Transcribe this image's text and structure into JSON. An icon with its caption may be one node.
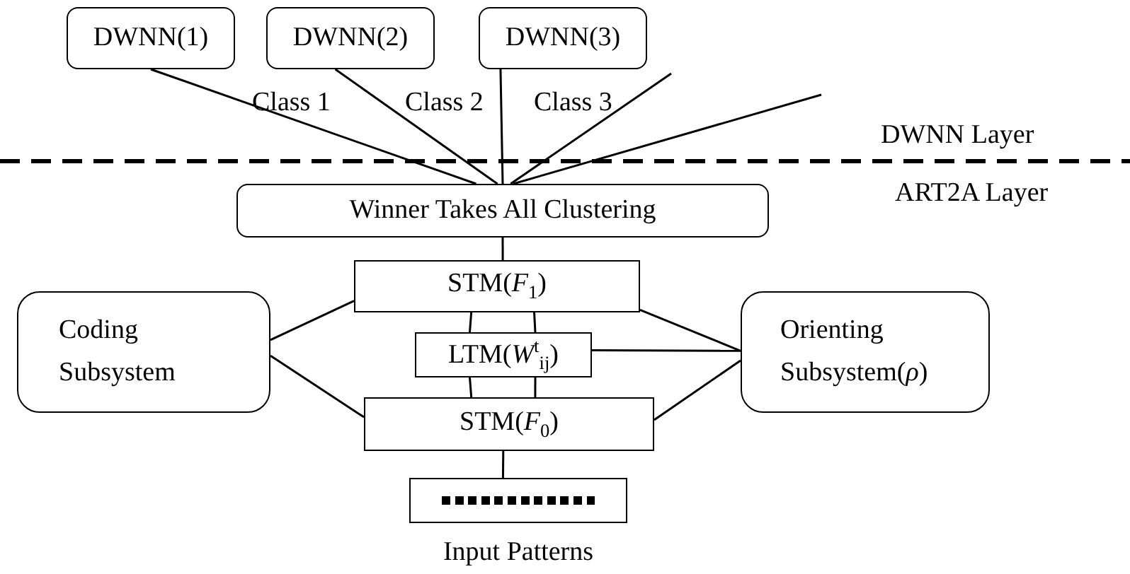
{
  "diagram": {
    "nodes": [
      {
        "text": [
          "DWNN(1)"
        ]
      },
      {
        "text": [
          "DWNN(2)"
        ]
      },
      {
        "text": [
          "DWNN(3)"
        ]
      },
      {
        "text": [
          "Winner Takes All Clustering"
        ]
      },
      {
        "text": [
          "STM(*F*$_{1}$)"
        ]
      },
      {
        "text": [
          "Coding Subsystem"
        ]
      },
      {
        "text": [
          "LTM(*W*$^{t}$$_{ij}$)"
        ]
      },
      {
        "text": [
          "Orienting Subsystem(*ρ*)"
        ]
      },
      {
        "text": [
          "STM(*F*$_{0}$)"
        ]
      },
      {
        "text": [],
        "shape": "box",
        "beside": [
          "Input Patterns"
        ]
      }
    ],
    "edges": [
      {
        "from": 0,
        "to": 3,
        "arrow": "none"
      },
      {
        "from": 1,
        "to": 3,
        "arrow": "none"
      },
      {
        "from": 2,
        "to": 3,
        "arrow": "none"
      },
      {
        "from": null,
        "to": 3,
        "arrow": "none"
      },
      {
        "from": null,
        "to": 3,
        "arrow": "none"
      },
      {
        "from": 3,
        "to": 4,
        "arrow": "none"
      },
      {
        "from": 4,
        "to": 6,
        "arrow": "none"
      },
      {
        "from": 4,
        "to": 6,
        "arrow": "none"
      },
      {
        "from": 6,
        "to": 8,
        "arrow": "none"
      },
      {
        "from": 6,
        "to": 8,
        "arrow": "none"
      },
      {
        "from": 5,
        "to": 4,
        "arrow": "none"
      },
      {
        "from": 5,
        "to": 8,
        "arrow": "none"
      },
      {
        "from": 4,
        "to": 7,
        "arrow": "none"
      },
      {
        "from": 6,
        "to": 7,
        "arrow": "none"
      },
      {
        "from": 8,
        "to": 7,
        "arrow": "none"
      },
      {
        "from": 8,
        "to": 9,
        "arrow": "none"
      }
    ],
    "labels": [
      "Class 1",
      "Class 2",
      "Class 3",
      "DWNN Layer",
      "ART2A Layer"
    ]
  }
}
